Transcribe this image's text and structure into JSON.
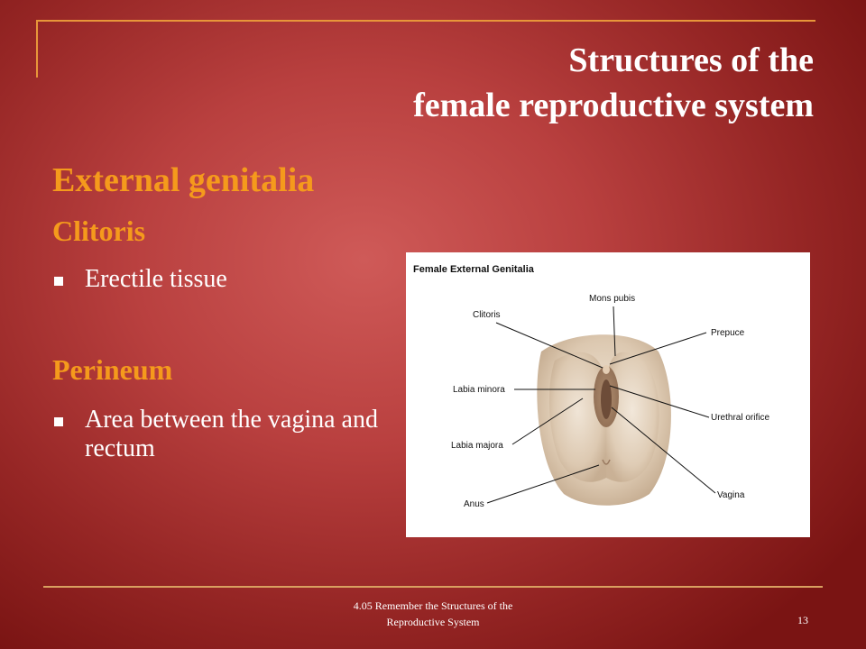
{
  "slide": {
    "title_line1": "Structures of the",
    "title_line2": "female reproductive system",
    "heading": "External genitalia",
    "section1": {
      "title": "Clitoris",
      "bullets": [
        "Erectile tissue"
      ]
    },
    "section2": {
      "title": "Perineum",
      "bullets": [
        "Area between the vagina and rectum"
      ]
    }
  },
  "diagram": {
    "title": "Female External Genitalia",
    "labels": {
      "mons_pubis": "Mons pubis",
      "clitoris": "Clitoris",
      "prepuce": "Prepuce",
      "labia_minora": "Labia minora",
      "urethral_orifice": "Urethral orifice",
      "labia_majora": "Labia majora",
      "anus": "Anus",
      "vagina": "Vagina"
    }
  },
  "footer": {
    "line1": "4.05 Remember the Structures of the",
    "line2": "Reproductive System",
    "page_number": "13"
  },
  "colors": {
    "heading": "#f59a1c",
    "accent_line": "#e8963a",
    "text": "#ffffff"
  }
}
